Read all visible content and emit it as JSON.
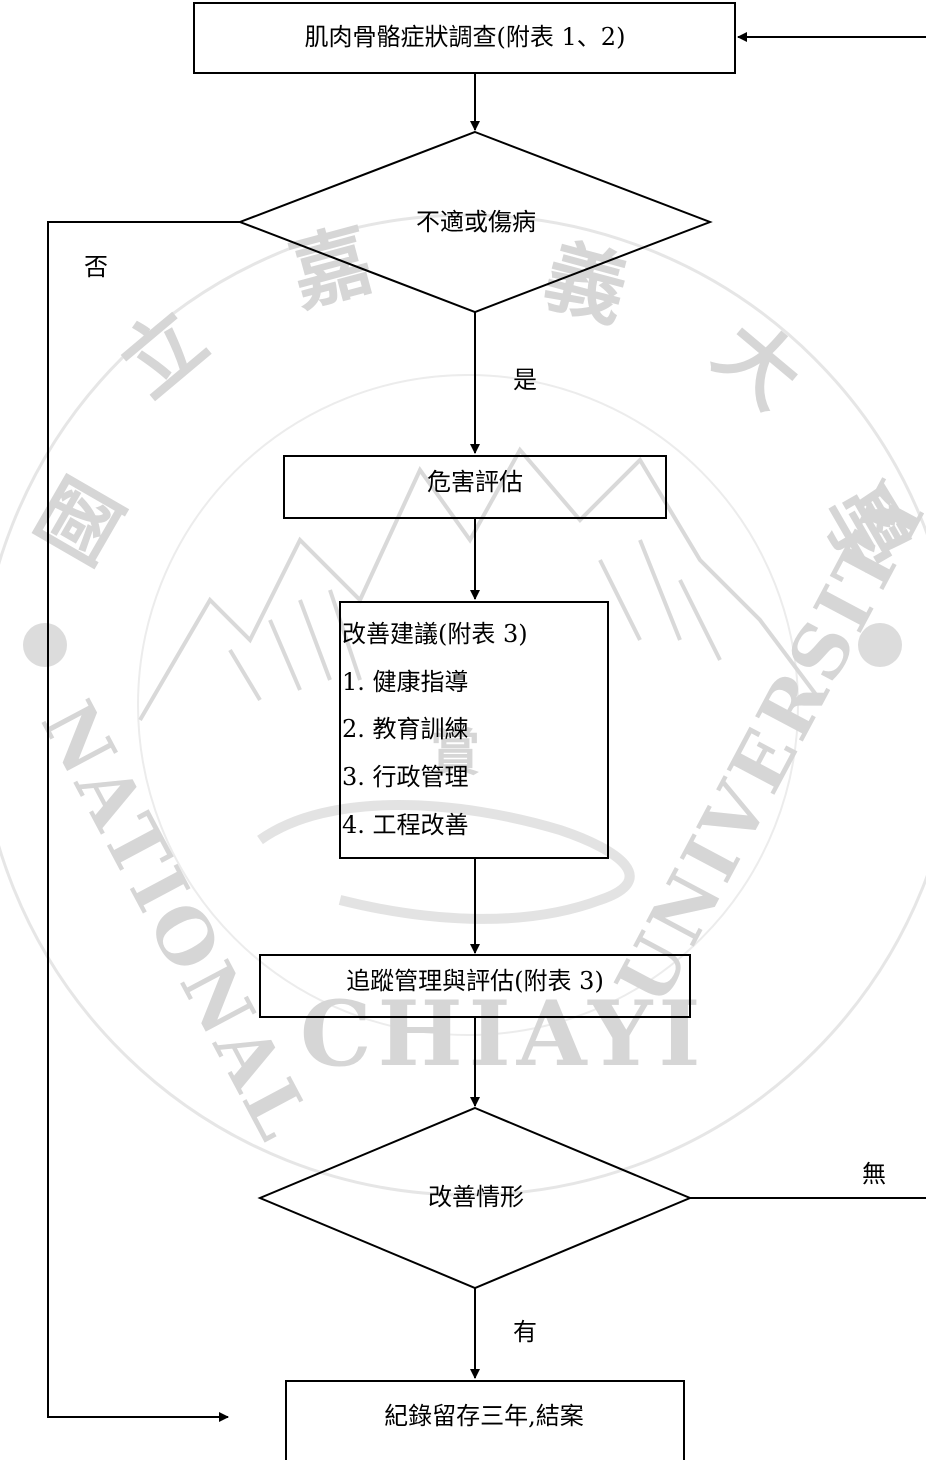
{
  "watermark": {
    "chinese_chars": [
      "國",
      "立",
      "嘉",
      "義",
      "大",
      "學"
    ],
    "english_top": "NATIONAL",
    "english_right": "UNIVERSITY",
    "english_bottom": "CHIAYI",
    "center_char": "賞",
    "emblem_icon": "mountain-emblem-icon",
    "flower_icon": "plum-blossom-icon",
    "color": "#d6d6d6"
  },
  "flowchart": {
    "survey": "肌肉骨骼症狀調查(附表 1、2)",
    "decision_discomfort": "不適或傷病",
    "label_no": "否",
    "label_yes": "是",
    "hazard_assessment": "危害評估",
    "improvement_box": {
      "title": "改善建議(附表 3)",
      "items": [
        "1.  健康指導",
        "2.  教育訓練",
        "3.  行政管理",
        "4.  工程改善"
      ]
    },
    "tracking": "追蹤管理與評估(附表 3)",
    "decision_improvement": "改善情形",
    "label_none": "無",
    "label_has": "有",
    "record": "紀錄留存三年,結案"
  }
}
